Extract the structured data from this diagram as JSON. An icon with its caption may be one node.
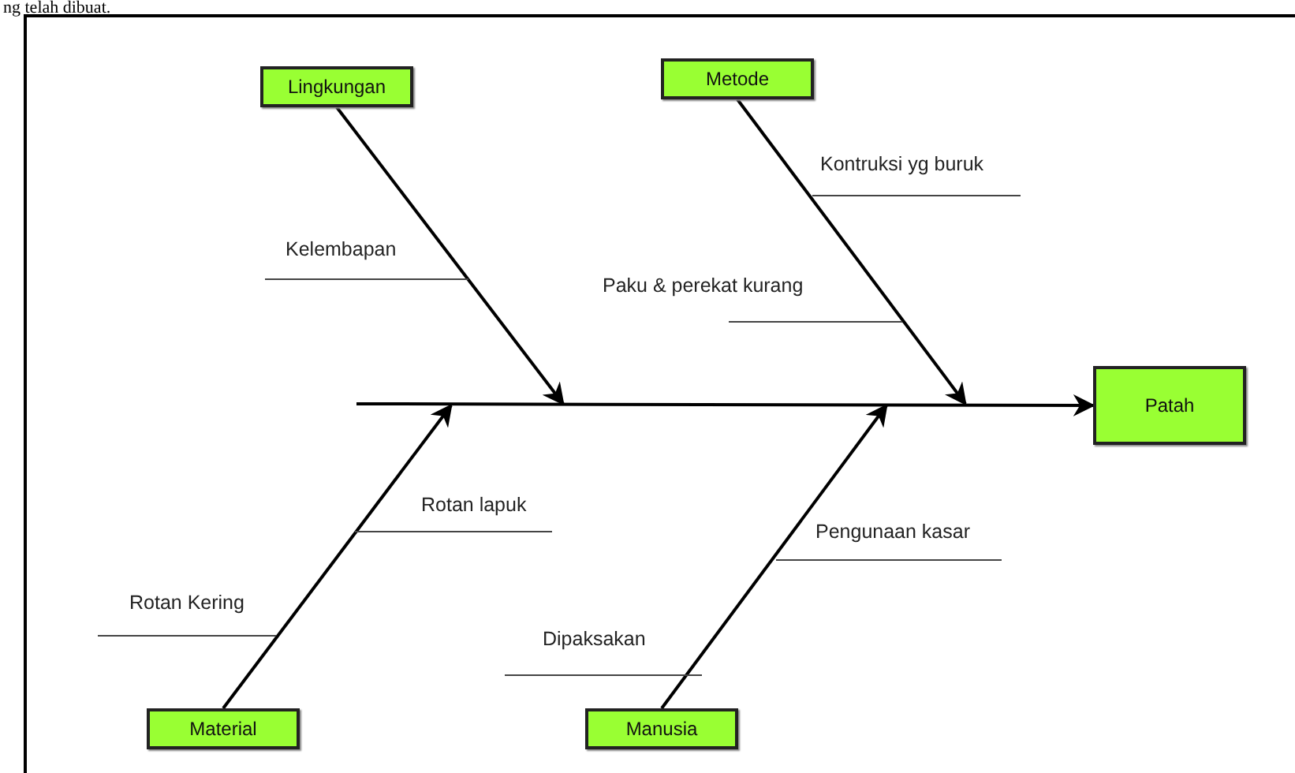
{
  "diagram": {
    "nodes": [
      {
        "text": [
          "Lingkungan"
        ]
      },
      {
        "text": [
          "Metode"
        ]
      },
      {
        "text": [
          "Patah"
        ]
      },
      {
        "text": [
          "Material"
        ]
      },
      {
        "text": [
          "Manusia"
        ]
      }
    ],
    "edges": [
      {
        "from": null,
        "to": 2,
        "arrow": "to"
      },
      {
        "from": 0,
        "to": null,
        "arrow": "to"
      },
      {
        "from": 1,
        "to": null,
        "arrow": "to"
      },
      {
        "from": 3,
        "to": null,
        "arrow": "to"
      },
      {
        "from": 4,
        "to": null,
        "arrow": "to"
      }
    ],
    "labels": [
      "ng telah dibuat.",
      "Kontruksi yg buruk",
      "Kelembapan",
      "Paku & perekat kurang",
      "Rotan lapuk",
      "Pengunaan kasar",
      "Rotan Kering",
      "Dipaksakan"
    ]
  }
}
